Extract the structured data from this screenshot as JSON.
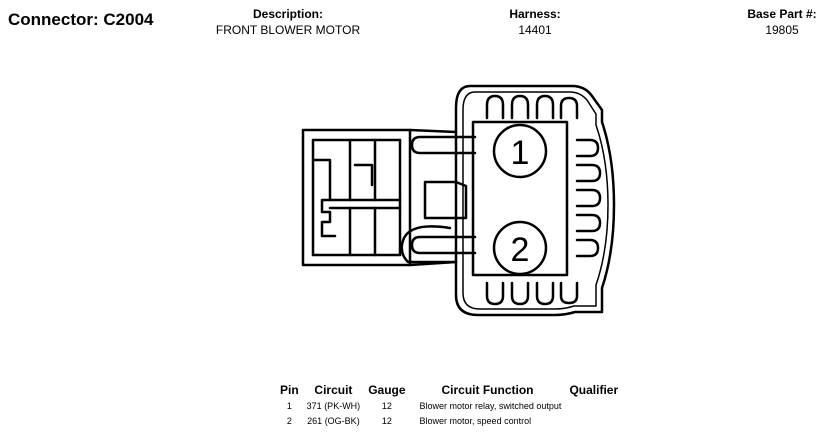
{
  "connector": {
    "label": "Connector: C2004"
  },
  "description": {
    "label": "Description:",
    "value": "FRONT BLOWER MOTOR"
  },
  "harness": {
    "label": "Harness:",
    "value": "14401"
  },
  "base_part": {
    "label": "Base Part #:",
    "value": "19805"
  },
  "diagram": {
    "pin_labels": [
      "1",
      "2"
    ]
  },
  "pin_table": {
    "headers": [
      "Pin",
      "Circuit",
      "Gauge",
      "Circuit Function",
      "Qualifier"
    ],
    "rows": [
      {
        "pin": "1",
        "circuit": "371 (PK-WH)",
        "gauge": "12",
        "function": "Blower motor relay, switched output",
        "qualifier": ""
      },
      {
        "pin": "2",
        "circuit": "261 (OG-BK)",
        "gauge": "12",
        "function": "Blower motor, speed control",
        "qualifier": ""
      }
    ]
  }
}
